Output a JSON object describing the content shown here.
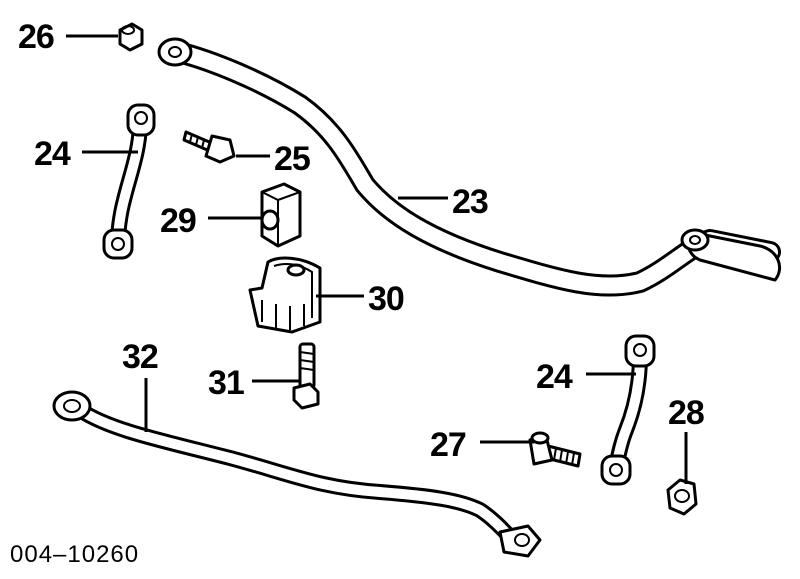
{
  "diagram": {
    "callouts": {
      "c23": "23",
      "c24a": "24",
      "c24b": "24",
      "c25": "25",
      "c26": "26",
      "c27": "27",
      "c28": "28",
      "c29": "29",
      "c30": "30",
      "c31": "31",
      "c32": "32"
    },
    "document_number": "004–10260"
  }
}
